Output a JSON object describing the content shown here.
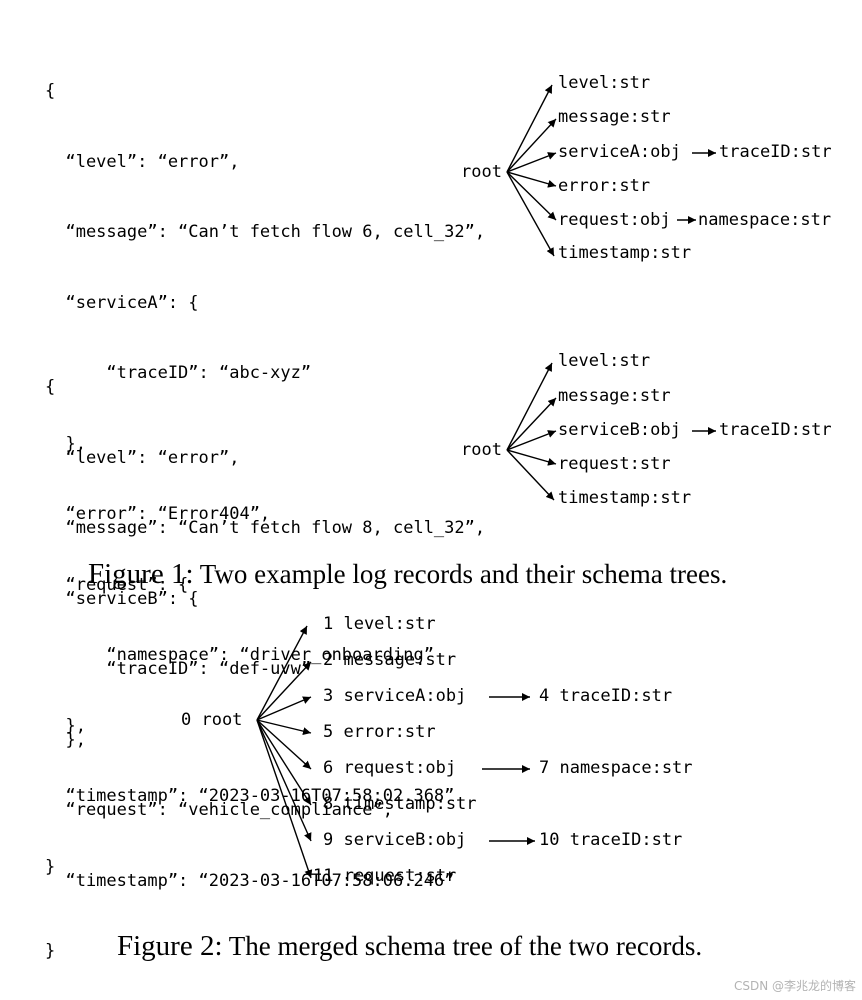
{
  "record1": {
    "json_lines": [
      "{",
      "  “level”: “error”,",
      "  “message”: “Can’t fetch flow 6, cell_32”,",
      "  “serviceA”: {",
      "      “traceID”: “abc-xyz”",
      "  },",
      "  “error”: “Error404”,",
      "  “request”: {",
      "      “namespace”: “driver_onboarding”",
      "  },",
      "  “timestamp”: “2023-03-16T07:58:02.368”",
      "}"
    ],
    "tree": {
      "root": "root",
      "children": [
        "level:str",
        "message:str",
        "serviceA:obj",
        "error:str",
        "request:obj",
        "timestamp:str"
      ],
      "sub": [
        "traceID:str",
        "namespace:str"
      ]
    }
  },
  "record2": {
    "json_lines": [
      "{",
      "  “level”: “error”,",
      "  “message”: “Can’t fetch flow 8, cell_32”,",
      "  “serviceB”: {",
      "      “traceID”: “def-uvw”",
      "  },",
      "  “request”: “vehicle_compliance”,",
      "  “timestamp”: “2023-03-16T07:58:06.246”",
      "}"
    ],
    "tree": {
      "root": "root",
      "children": [
        "level:str",
        "message:str",
        "serviceB:obj",
        "request:str",
        "timestamp:str"
      ],
      "sub": [
        "traceID:str"
      ]
    }
  },
  "figure1": {
    "label": "Figure 1:",
    "text": " Two example log records and their schema trees."
  },
  "merged": {
    "root": "0 root",
    "children": [
      "1 level:str",
      "2 message:str",
      "3 serviceA:obj",
      "5 error:str",
      "6 request:obj",
      "8 timestamp:str",
      "9 serviceB:obj",
      "11 request:str"
    ],
    "sub": [
      "4 traceID:str",
      "7 namespace:str",
      "10 traceID:str"
    ]
  },
  "figure2": {
    "label": "Figure 2:",
    "text": " The merged schema tree of the two records."
  },
  "watermark": "CSDN @李兆龙的博客"
}
